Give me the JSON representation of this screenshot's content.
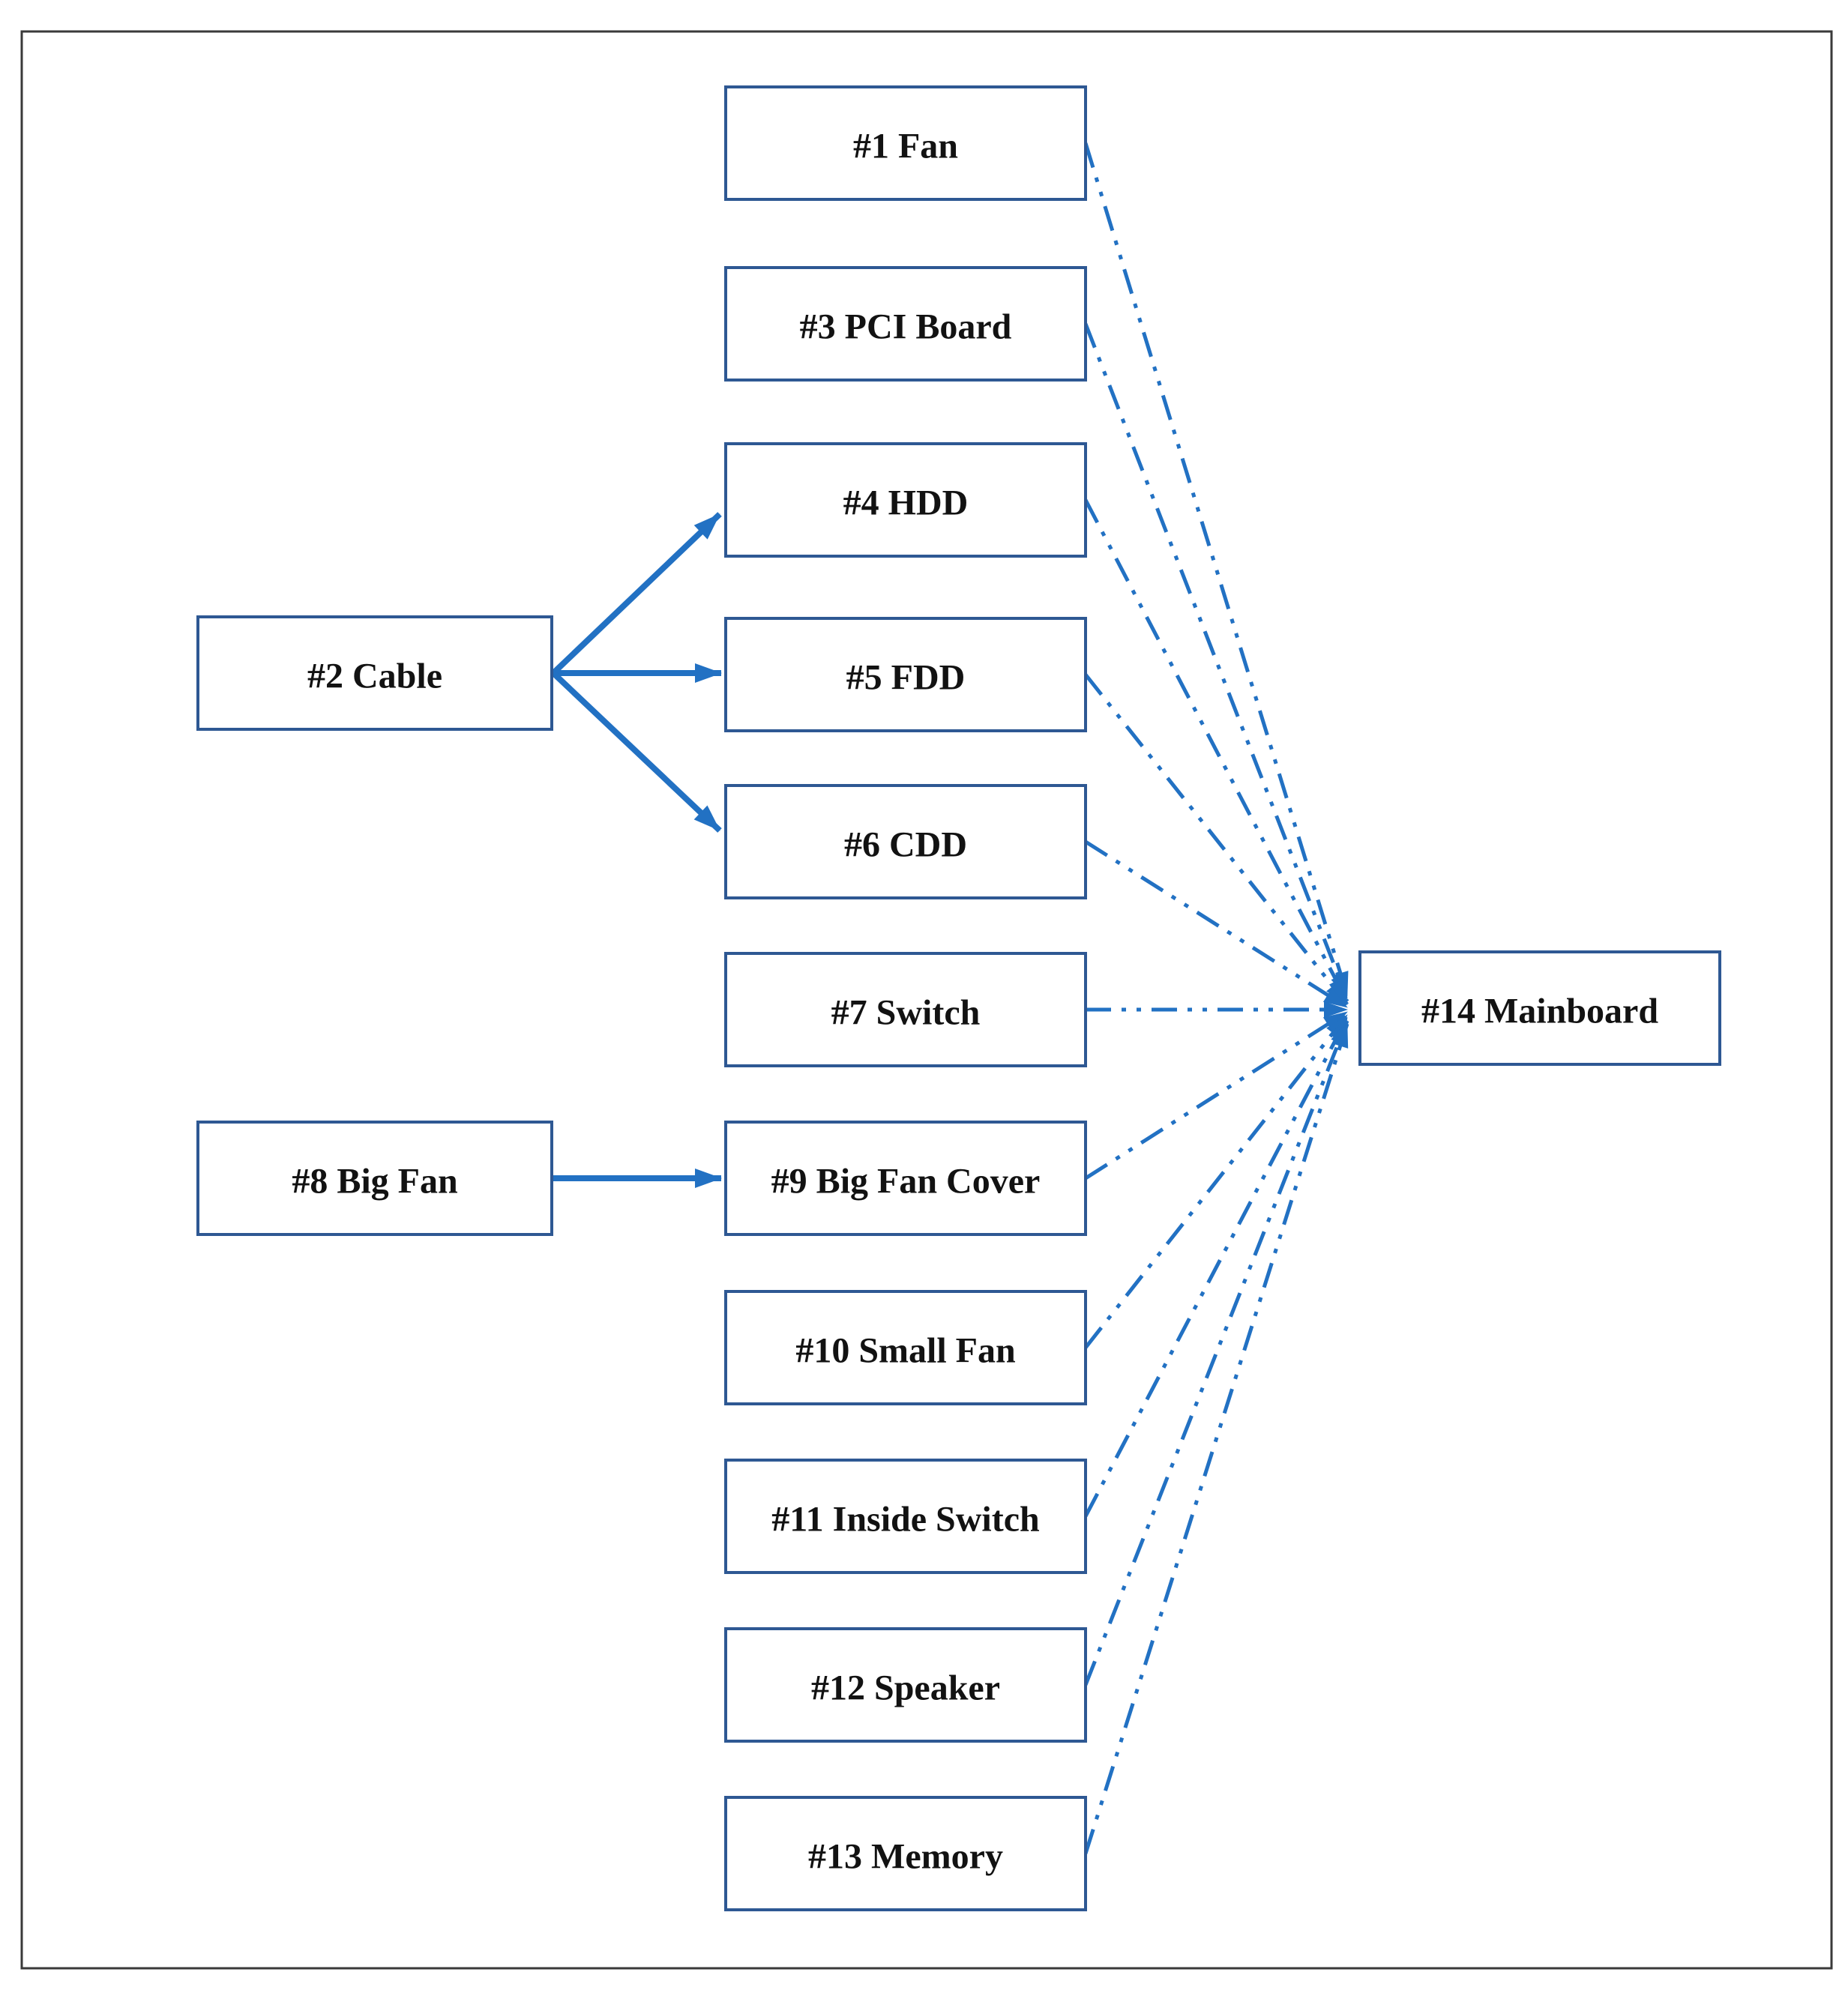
{
  "diagram": {
    "type": "assembly-precedence-diagram",
    "nodes": [
      {
        "id": "1",
        "label": "#1 Fan"
      },
      {
        "id": "2",
        "label": "#2 Cable"
      },
      {
        "id": "3",
        "label": "#3 PCI Board"
      },
      {
        "id": "4",
        "label": "#4 HDD"
      },
      {
        "id": "5",
        "label": "#5 FDD"
      },
      {
        "id": "6",
        "label": "#6 CDD"
      },
      {
        "id": "7",
        "label": "#7 Switch"
      },
      {
        "id": "8",
        "label": "#8 Big Fan"
      },
      {
        "id": "9",
        "label": "#9 Big Fan Cover"
      },
      {
        "id": "10",
        "label": "#10 Small Fan"
      },
      {
        "id": "11",
        "label": "#11 Inside Switch"
      },
      {
        "id": "12",
        "label": "#12 Speaker"
      },
      {
        "id": "13",
        "label": "#13 Memory"
      },
      {
        "id": "14",
        "label": "#14 Mainboard"
      }
    ],
    "edges": [
      {
        "from": "2",
        "to": "4",
        "style": "solid-arrow"
      },
      {
        "from": "2",
        "to": "5",
        "style": "solid-arrow"
      },
      {
        "from": "2",
        "to": "6",
        "style": "solid-arrow"
      },
      {
        "from": "8",
        "to": "9",
        "style": "solid-arrow"
      },
      {
        "from": "1",
        "to": "14",
        "style": "dash-dot-dot-arrow"
      },
      {
        "from": "3",
        "to": "14",
        "style": "dash-dot-dot-arrow"
      },
      {
        "from": "4",
        "to": "14",
        "style": "dash-dot-dot-arrow"
      },
      {
        "from": "5",
        "to": "14",
        "style": "dash-dot-dot-arrow"
      },
      {
        "from": "6",
        "to": "14",
        "style": "dash-dot-dot-arrow"
      },
      {
        "from": "7",
        "to": "14",
        "style": "dash-dot-dot-arrow"
      },
      {
        "from": "9",
        "to": "14",
        "style": "dash-dot-dot-arrow"
      },
      {
        "from": "10",
        "to": "14",
        "style": "dash-dot-dot-arrow"
      },
      {
        "from": "11",
        "to": "14",
        "style": "dash-dot-dot-arrow"
      },
      {
        "from": "12",
        "to": "14",
        "style": "dash-dot-dot-arrow"
      },
      {
        "from": "13",
        "to": "14",
        "style": "dash-dot-dot-arrow"
      }
    ],
    "colors": {
      "box_border": "#2E5893",
      "box_fill": "#FFFFFF",
      "connector": "#2271C3",
      "text": "#121212",
      "outer_border": "#3A3A3A"
    }
  }
}
